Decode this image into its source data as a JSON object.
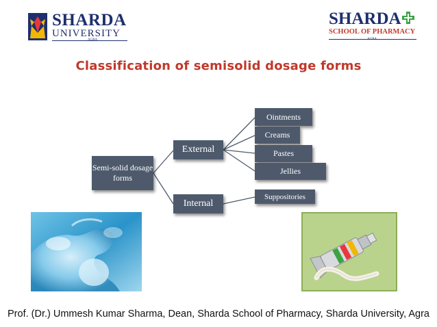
{
  "logo_left": {
    "line1": "SHARDA",
    "line2": "UNIVERSITY",
    "line3": "AGRA"
  },
  "logo_right": {
    "line1": "SHARDA",
    "line2": "SCHOOL OF PHARMACY",
    "line3": "AGRA"
  },
  "title": "Classification of semisolid dosage forms",
  "diagram": {
    "root": "Semi-solid dosage forms",
    "branches": [
      {
        "label": "External",
        "children": [
          "Ointments",
          "Creams",
          "Pastes",
          "Jellies"
        ]
      },
      {
        "label": "Internal",
        "children": [
          "Suppositories"
        ]
      }
    ]
  },
  "colors": {
    "box": "#4e5a6c",
    "title": "#c0392b",
    "logo_navy": "#1d2f6e",
    "pharmacy_red": "#c0392b",
    "cross_green": "#3aa342"
  },
  "footer": "Prof. (Dr.) Ummesh Kumar Sharma, Dean, Sharda School of Pharmacy, Sharda University, Agra"
}
